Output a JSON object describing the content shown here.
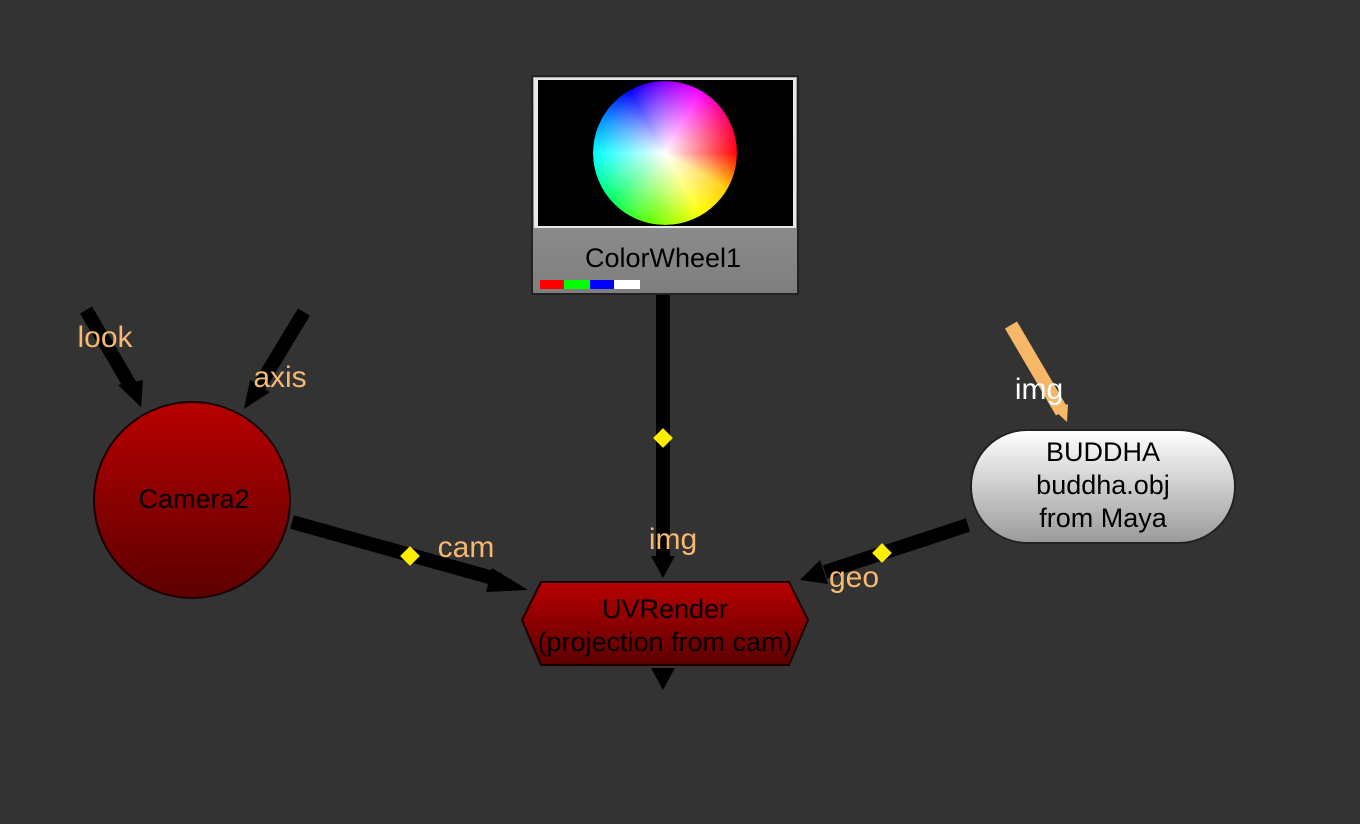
{
  "nodes": {
    "colorwheel": {
      "label": "ColorWheel1",
      "channels": [
        "#ff0000",
        "#00ff00",
        "#0000ff",
        "#ffffff"
      ]
    },
    "camera": {
      "label": "Camera2",
      "inputs": {
        "look": "look",
        "axis": "axis"
      }
    },
    "uvrender": {
      "line1": "UVRender",
      "line2": "(projection from cam)",
      "inputs": {
        "img": "img",
        "cam": "cam",
        "geo": "geo"
      }
    },
    "buddha": {
      "line1": "BUDDHA",
      "line2": "buddha.obj",
      "line3": "from Maya",
      "inputs": {
        "img": "img"
      }
    }
  },
  "colors": {
    "background": "#333333",
    "input_label": "#f6b96f",
    "node_red": "#b00000",
    "dot": "#ffee00"
  }
}
